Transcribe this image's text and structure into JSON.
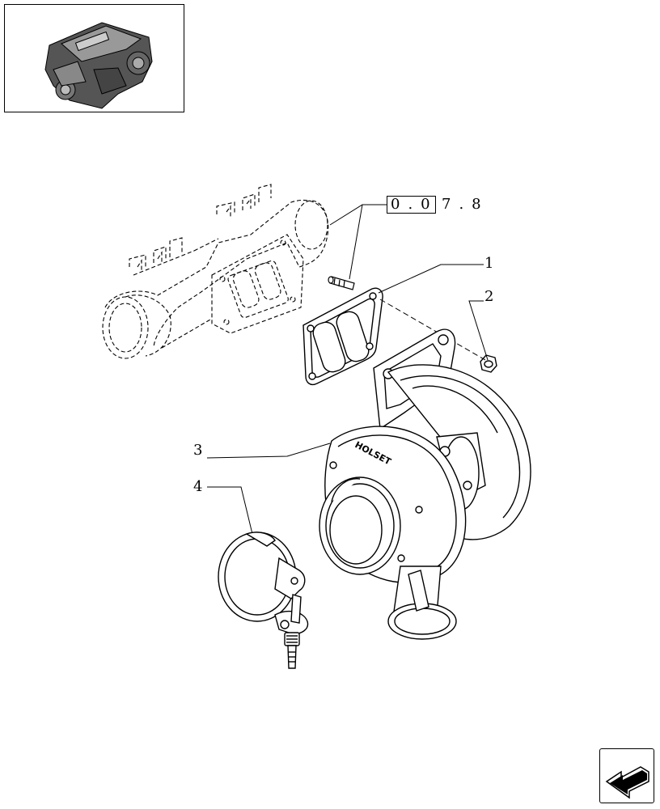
{
  "reference": {
    "boxed": "0.0",
    "rest": "7.8"
  },
  "callouts": [
    "1",
    "2",
    "3",
    "4"
  ],
  "brand_marking": "HOLSET",
  "icons": {
    "thumbnail": "engine-thumbnail-icon",
    "navigation": "next-page-arrow-icon"
  }
}
